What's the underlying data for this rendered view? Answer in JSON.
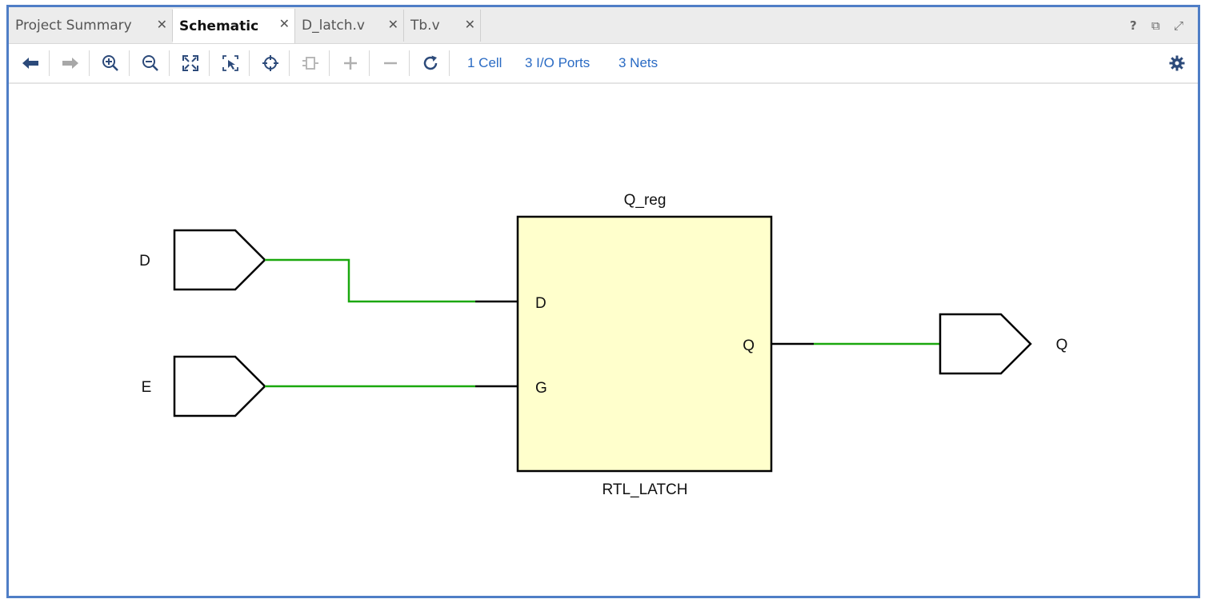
{
  "tabs": [
    {
      "label": "Project Summary",
      "active": false
    },
    {
      "label": "Schematic",
      "active": true
    },
    {
      "label": "D_latch.v",
      "active": false
    },
    {
      "label": "Tb.v",
      "active": false
    }
  ],
  "tab_close_glyph": "✕",
  "window_controls": {
    "help": "?",
    "restore": "⧉",
    "maximize": "⤢"
  },
  "toolbar": {
    "icons": [
      "back-icon",
      "forward-icon",
      "zoom-in-icon",
      "zoom-out-icon",
      "fit-icon",
      "zoom-area-icon",
      "select-icon",
      "cell-icon",
      "add-icon",
      "remove-icon",
      "refresh-icon"
    ],
    "links": {
      "cells": "1 Cell",
      "ports": "3 I/O Ports",
      "nets": "3 Nets"
    }
  },
  "schematic": {
    "cell_name": "Q_reg",
    "cell_type": "RTL_LATCH",
    "pins": {
      "d": "D",
      "g": "G",
      "q": "Q"
    },
    "ports": {
      "in_d": "D",
      "in_e": "E",
      "out_q": "Q"
    },
    "colors": {
      "net": "#1aa80e",
      "cell_fill": "#ffffcc",
      "stub": "#000000"
    }
  }
}
